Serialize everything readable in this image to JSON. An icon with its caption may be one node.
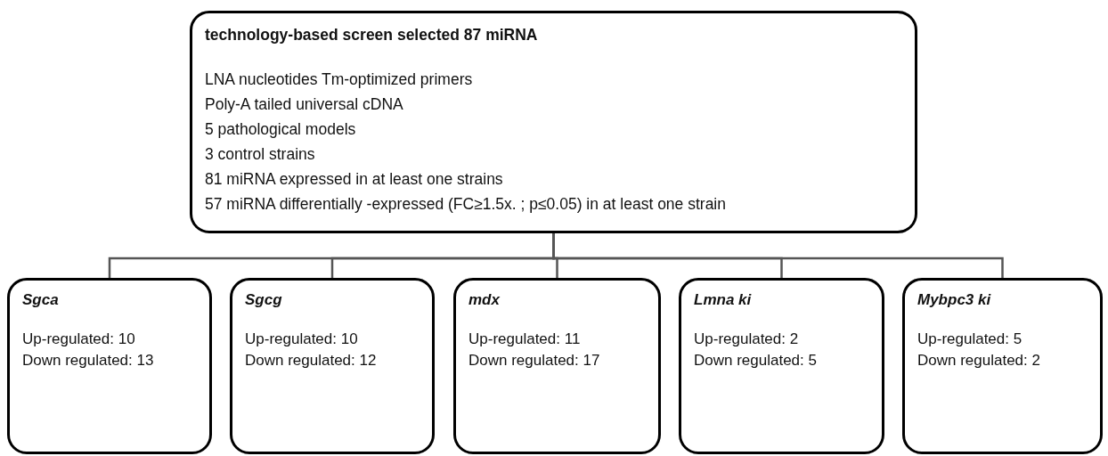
{
  "diagram": {
    "nodes": [
      {
        "text": [
          "technology-based screen selected 87 miRNA",
          "LNA nucleotides Tm-optimized primers",
          "Poly-A tailed universal cDNA",
          "5 pathological models",
          "3 control strains",
          "81 miRNA expressed in at least one strains",
          "57 miRNA differentially -expressed (FC≥1.5x. ; p≤0.05) in at least one strain"
        ]
      },
      {
        "text": [
          "Sgca",
          "Up-regulated: 10",
          "Down regulated: 13"
        ]
      },
      {
        "text": [
          "Sgcg",
          "Up-regulated: 10",
          "Down regulated: 12"
        ]
      },
      {
        "text": [
          "mdx",
          "Up-regulated: 11",
          "Down regulated: 17"
        ]
      },
      {
        "text": [
          "Lmna ki",
          "Up-regulated: 2",
          "Down regulated: 5"
        ]
      },
      {
        "text": [
          "Mybpc3 ki",
          "Up-regulated: 5",
          "Down regulated: 2"
        ]
      }
    ],
    "edges": [
      {
        "from": 0,
        "to": 1,
        "arrow": "none"
      },
      {
        "from": 0,
        "to": 2,
        "arrow": "none"
      },
      {
        "from": 0,
        "to": 3,
        "arrow": "none"
      },
      {
        "from": 0,
        "to": 4,
        "arrow": "none"
      },
      {
        "from": 0,
        "to": 5,
        "arrow": "none"
      }
    ]
  }
}
